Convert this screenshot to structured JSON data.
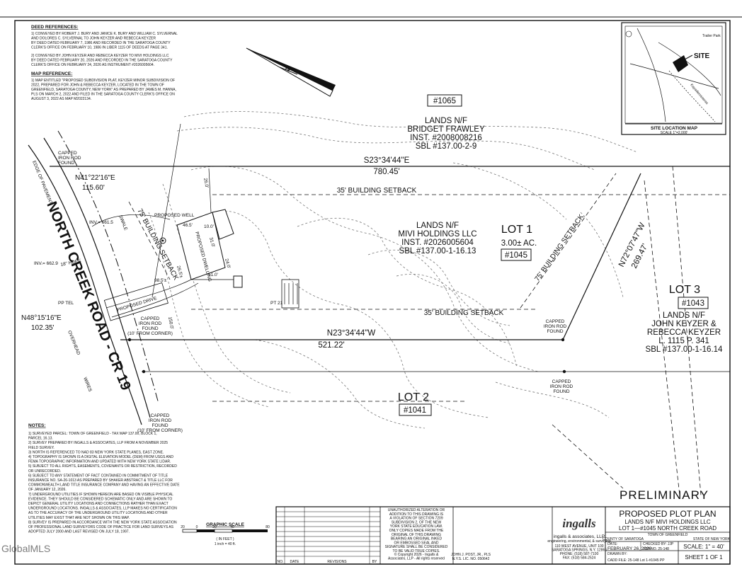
{
  "deed_references": {
    "heading": "DEED REFERENCES:",
    "lines": [
      "1) CONVEYED BY ROBERT J. BURY AND JANICE K. BURY AND WILLIAM C. SYLVERNAL",
      "AND DOLORES C. SYLVERNAL TO JOHN KEYZER AND REBECCA KEYZER",
      "BY DEED DATED FEBRUARY 7, 1986 AND RECORDED IN THE SARATOGA COUNTY",
      "CLERK'S OFFICE ON FEBRUARY 10, 1986 IN LIBER 1115 OF DEEDS AT PAGE 341.",
      "2) CONVEYED BY JOHN KEYZER AND REBECCA KEYZER TO MIVI HOLDINGS LLC",
      "BY DEED DATED FEBRUARY 20, 2026 AND RECORDED IN THE SARATOGA COUNTY",
      "CLERK'S OFFICE ON FEBRUARY 24, 2026 AS INSTRUMENT #2026005604."
    ]
  },
  "map_reference": {
    "heading": "MAP REFERENCE:",
    "lines": [
      "1) MAP ENTITLED \"PROPOSED SUBDIVISION PLAT, KEYZER MINOR SUBDIVISION OF",
      "2022, PREPARED FOR JOHN & REBECCA KEYZER, LOCATED IN THE TOWN OF",
      "GREENFIELD, SARATOGA COUNTY, NEW YORK\" AS PREPARED BY JAMES M. HANNA,",
      "PLS ON MARCH 2, 2022 AND FILED IN THE SARATOGA COUNTY CLERK'S OFFICE ON",
      "AUGUST 3, 2022 AS MAP M2022134."
    ]
  },
  "site_map": {
    "title": "SITE LOCATION MAP",
    "scale": "SCALE 1\"=2,000'",
    "site_label": "SITE",
    "labels": [
      "Trailer Park",
      "Kayaderosseras"
    ]
  },
  "parcels": {
    "lot_1065": "#1065",
    "north_owner": [
      "LANDS N/F",
      "BRIDGET FRAWLEY",
      "INST. #2008008216",
      "SBL #137.00-2-9"
    ],
    "lot1_owner": [
      "LANDS N/F",
      "MIVI HOLDINGS LLC",
      "INST. #2026005604",
      "SBL #137.00-1-16.13"
    ],
    "lot1_title": "LOT 1",
    "lot1_area": "3.00± AC.",
    "lot1_number": "#1045",
    "lot3_title": "LOT 3",
    "lot3_number": "#1043",
    "lot3_owner": [
      "LANDS N/F",
      "JOHN KEYZER &",
      "REBECCA KEYZER",
      "L. 1115 P. 341",
      "SBL #137.00-1-16.14"
    ],
    "lot2_title": "LOT 2",
    "lot2_number": "#1041"
  },
  "bearings": {
    "north_line": "S23°34'44\"E",
    "north_dist": "780.45'",
    "road_top": "N41°22'16\"E",
    "road_top_dist": "115.60'",
    "east_line": "N72°07'47\"W",
    "east_dist": "269.47'",
    "south_line": "N23°34'44\"W",
    "south_dist": "521.22'",
    "road_bottom": "N48°15'16\"E",
    "road_bottom_dist": "102.35'"
  },
  "labels": {
    "setback_35_top": "35' BUILDING SETBACK",
    "setback_35_bottom": "35' BUILDING SETBACK",
    "setback_75_left": "75' BUILDING SETBACK",
    "setback_75_right": "75' BUILDING SETBACK",
    "road_name": "NORTH CREEK ROAD - CR 19",
    "edge_of_pavement": "EDGE OF PAVEMENT",
    "swale": "SWALE",
    "proposed_well": "PROPOSED WELL",
    "proposed_dwelling": "PROPOSED DWELLING",
    "proposed_drive": "PROPOSED DRIVE",
    "inv_top": "INV.= 661.5",
    "inv_left": "INV.= 662.9",
    "hdpe": "18\" HDPE",
    "pp_tel": "PP TEL",
    "overhead": "OVERHEAD",
    "wires": "WIRES",
    "pt": "PT 21",
    "dim_260": "26.0'",
    "dim_510": "51.0'",
    "dim_985": "98.5'±",
    "dim_150": "150.0'",
    "dim_465": "46.5'",
    "dim_310": "31.0'",
    "dim_240": "24.0'",
    "dim_100": "10.0'",
    "dim_265": "26.5'±",
    "capped_1": [
      "CAPPED",
      "IRON ROD",
      "FOUND"
    ],
    "capped_2": [
      "CAPPED",
      "IRON ROD",
      "FOUND",
      "(10' FROM CORNER)"
    ],
    "capped_3": [
      "CAPPED",
      "IRON ROD",
      "FOUND",
      "(10' FROM CORNER)"
    ],
    "capped_4": [
      "CAPPED",
      "IRON ROD",
      "FOUND"
    ],
    "capped_5": [
      "CAPPED",
      "IRON ROD",
      "FOUND"
    ]
  },
  "notes": {
    "heading": "NOTES:",
    "lines": [
      "1) SURVEYED PARCEL: TOWN OF GREENFIELD - TAX MAP 137.00, BLOCK 1,",
      "PARCEL 16.13.",
      "2) SURVEY PREPARED BY INGALLS & ASSOCIATES, LLP FROM A NOVEMBER 2025",
      "FIELD SURVEY.",
      "3) NORTH IS REFERENCED TO NAD 83 NEW YORK STATE PLANES, EAST ZONE.",
      "4) TOPOGRAPHY IS SHOWN IS A DIGITAL ELEVATION MODEL (DEM) FROM USGS AND",
      "FEMA TOPOGRAPHIC INFORMATION AND UPDATED WITH NEW YORK STATE LIDAR.",
      "5) SUBJECT TO ALL RIGHTS, EASEMENTS, COVENANTS OR RESTRICTION, RECORDED",
      "OR UNRECORDED.",
      "6) SUBJECT TO ANY STATEMENT OF FACT CONTAINED IN COMMITMENT OF TITLE",
      "INSURANCE NO. SA-26-1013 AS PREPARED BY SHAKER ABSTRACT & TITLE LLC FOR",
      "COMMONWEALTH LAND TITLE INSURANCE COMPANY AND HAVING AN EFFECTIVE DATE",
      "OF JANUARY 12, 2026.",
      "7) UNDERGROUND UTILITIES IF SHOWN HEREON ARE BASED ON VISIBLE PHYSICAL",
      "EVIDENCE. THEY SHOULD BE CONSIDERED SCHEMATIC ONLY AND ARE SHOWN TO",
      "DEPICT GENERAL UTILITY LOCATIONS AND CONNECTIONS RATHER THAN EXACT",
      "UNDERGROUND LOCATIONS. INGALLS & ASSOCIATES, LLP MAKES NO CERTIFICATION",
      "AS TO THE ACCURACY OF THE UNDERGROUND UTILITY LOCATIONS AND OTHER",
      "UTILITIES MAY EXIST THAT ARE NOT SHOWN ON THIS MAP.",
      "8) SURVEY IS PREPARED IN ACCORDANCE WITH THE NEW YORK STATE ASSOCIATION",
      "OF PROFESSIONAL LAND SURVEYORS CODE OF PRACTICE FOR LAND SURVEYS AS",
      "ADOPTED JULY 2000 AND LAST REVISED ON JULY 18, 1997."
    ]
  },
  "graphic_scale": {
    "title": "GRAPHIC SCALE",
    "ticks": [
      "20",
      "0",
      "20",
      "40",
      "80"
    ],
    "units": "( IN FEET )",
    "ratio": "1 inch = 40 ft."
  },
  "title_block": {
    "preliminary": "PRELIMINARY",
    "warning": [
      "UNAUTHORIZED ALTERATION OR",
      "ADDITION TO THIS DRAWING IS",
      "A VIOLATION OF SECTION 7209",
      "SUBDIVISION 2, OF THE NEW",
      "YORK STATE EDUCATION LAW.",
      "ONLY COPIES MADE FROM THE",
      "ORIGINAL OF THIS DRAWING",
      "BEARING AN ORIGINAL INKED",
      "OR EMBOSSED SEAL AND",
      "SIGNATURE SHALL BE CONSIDERED",
      "TO BE VALID TRUE COPIES."
    ],
    "copyright": [
      "© Copyright 2026 - Ingalls &",
      "Associates, LLP - All rights reserved"
    ],
    "surveyor": [
      "JOHN J. POST, JR., PLS",
      "N.Y.S. LIC. NO. 050642"
    ],
    "rev_no": "NO.",
    "rev_date": "DATE",
    "revisions": "REVISIONS",
    "rev_by": "BY",
    "firm_logo": "ingalls",
    "firm_name": "ingalls & associates, LLP",
    "firm_sub": "engineering, environmental, & surveying",
    "firm_address": [
      "110 WEST AVENUE, UNIT 100",
      "SARATOGA SPRINGS, N.Y. 12866",
      "PHONE: (518) 587-7100",
      "FAX: (518) 584-2524"
    ],
    "plan_title": "PROPOSED PLOT PLAN",
    "plan_sub1": "LANDS N/F MIVI HOLDINGS LLC",
    "plan_sub2": "LOT 1—#1045 NORTH CREEK ROAD",
    "town": "TOWN OF GREENFIELD",
    "county": "COUNTY OF SARATOGA",
    "state": "STATE OF NEW YORK",
    "date_label": "DATE:",
    "date_value": "FEBRUARY 26, 2026",
    "drawn_by": "DRAWN BY:",
    "checked_by": "CHECKED BY: JJP",
    "job_no": "JOB NO. 25-148",
    "scale": "SCALE: 1\" = 40'",
    "cadd_file": "CADD FILE: 25-148 Lot 1-#1045 PP",
    "sheet": "SHEET 1 OF 1"
  },
  "watermark": "GlobalMLS"
}
